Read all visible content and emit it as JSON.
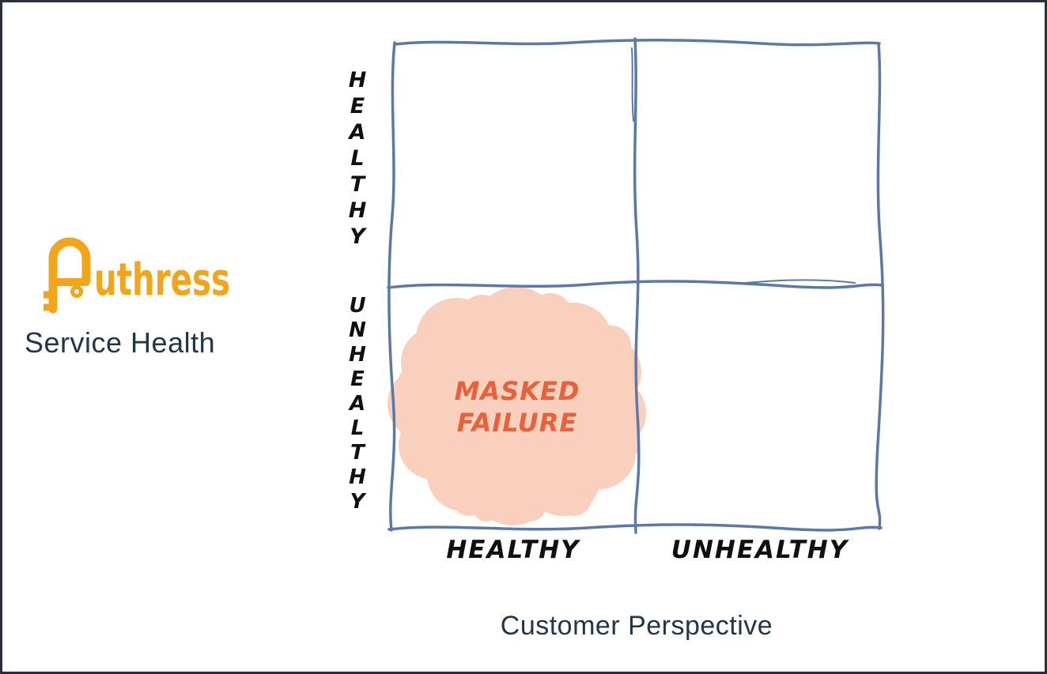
{
  "frame": {
    "background": "#FFFFFF",
    "border_color": "#2A2F3A"
  },
  "branding": {
    "name": "Authress",
    "wordmark_suffix": "uthress",
    "logo_color": "#F2A41A",
    "subtitle": "Service Health",
    "subtitle_color": "#21364A"
  },
  "diagram": {
    "type": "2x2-matrix",
    "grid_color": "#5B79A6",
    "label_color": "#101010",
    "title_color": "#21364A",
    "y_axis": {
      "top": "HEALTHY",
      "bottom": "UNHEALTHY"
    },
    "x_axis": {
      "left": "HEALTHY",
      "right": "UNHEALTHY",
      "title": "Customer Perspective"
    },
    "quadrants": {
      "top_left": {
        "annotation": ""
      },
      "top_right": {
        "annotation": ""
      },
      "bottom_left": {
        "annotation": "MASKED FAILURE",
        "lines": [
          "MASKED",
          "FAILURE"
        ],
        "blob_color": "#F9D0BD",
        "text_color": "#E8613B"
      },
      "bottom_right": {
        "annotation": ""
      }
    }
  }
}
